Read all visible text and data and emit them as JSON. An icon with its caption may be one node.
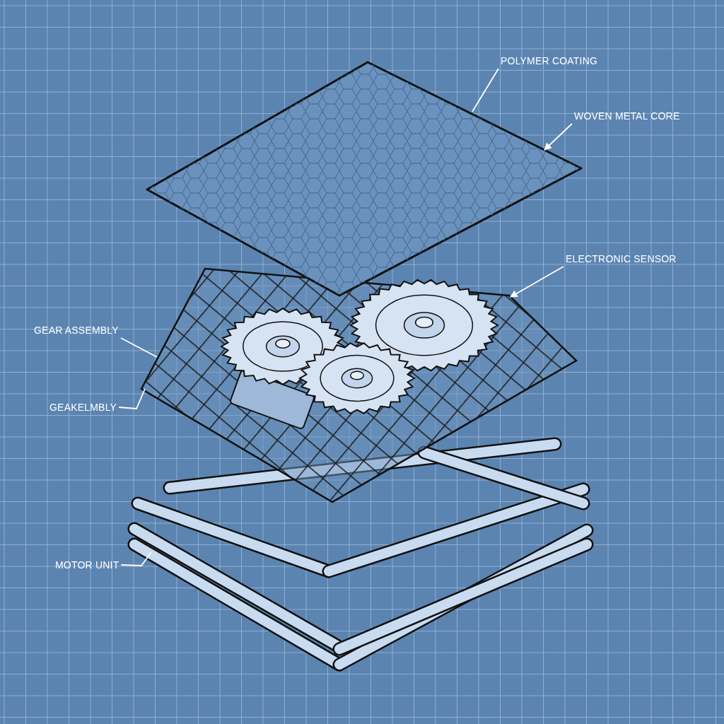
{
  "diagram": {
    "nodes": [
      {
        "text": [
          "POLYMER COATING"
        ]
      },
      {
        "text": [
          "WOVEN METAL CORE"
        ]
      },
      {
        "text": [
          "ELECTRONIC SENSOR"
        ]
      },
      {
        "text": [
          "GEAR ASSEMBLY"
        ]
      },
      {
        "text": [
          "GEAKELMBLY"
        ]
      },
      {
        "text": [
          "MOTOR UNIT"
        ]
      },
      {
        "text": [],
        "shape": "picture"
      },
      {
        "text": [],
        "shape": "picture"
      },
      {
        "text": [],
        "shape": "picture"
      }
    ],
    "edges": [
      {
        "from": 0,
        "to": 6,
        "arrow": "none"
      },
      {
        "from": 1,
        "to": 6,
        "arrow": "to"
      },
      {
        "from": 2,
        "to": 7,
        "arrow": "to"
      },
      {
        "from": 3,
        "to": 7,
        "arrow": "none"
      },
      {
        "from": 4,
        "to": 7,
        "arrow": "none"
      },
      {
        "from": 5,
        "to": 8,
        "arrow": "none"
      }
    ]
  }
}
